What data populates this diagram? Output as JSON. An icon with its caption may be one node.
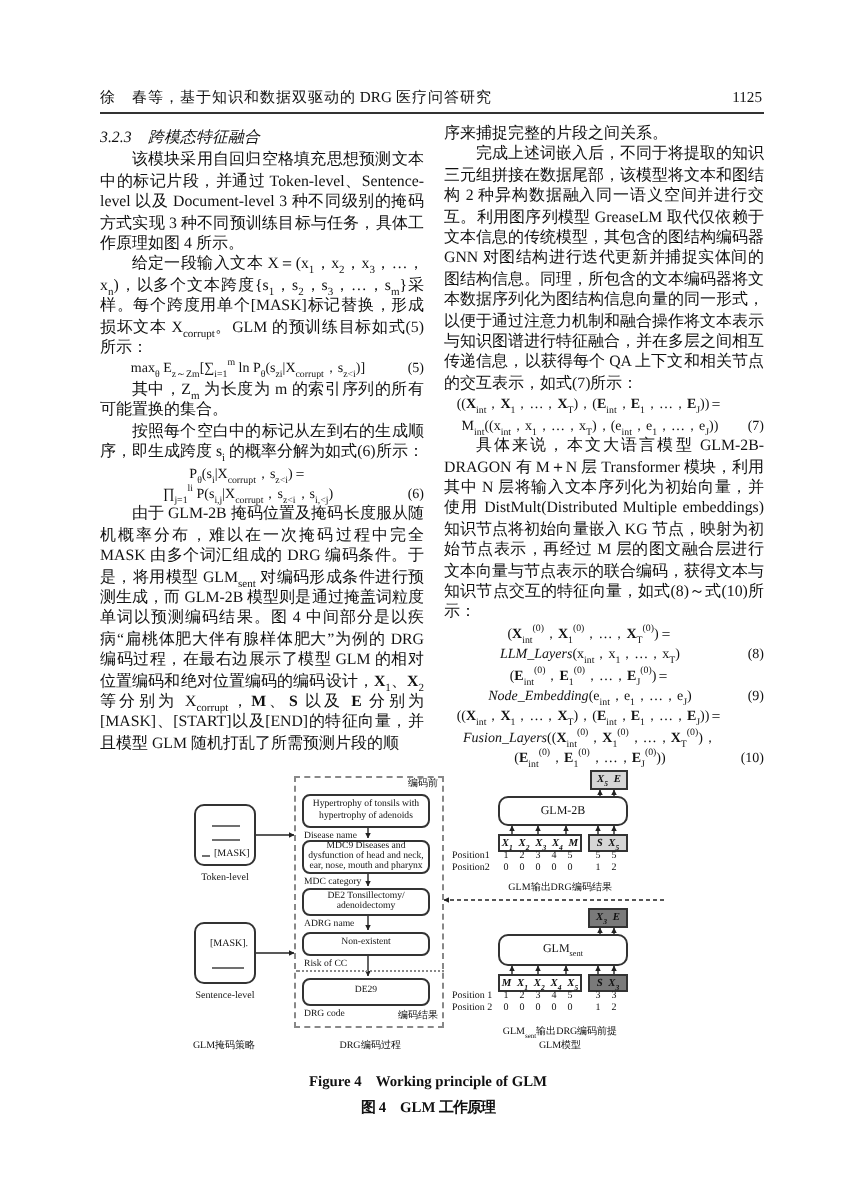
{
  "diagram": {
    "nodes": [
      {
        "text": [
          "[MASK]"
        ],
        "beside": [
          "Token-level"
        ]
      },
      {
        "text": [
          "[MASK]."
        ],
        "beside": [
          "Sentence-level"
        ]
      },
      {
        "text": [
          "编码前",
          "编码结果"
        ]
      },
      {
        "text": [
          "Hypertrophy of tonsils with hypertrophy of adenoids"
        ],
        "in": 2,
        "beside": [
          "Disease name"
        ]
      },
      {
        "text": [
          "MDC9 Diseases and dysfunction of head and neck, ear, nose, mouth and pharynx"
        ],
        "in": 2,
        "beside": [
          "MDC category"
        ]
      },
      {
        "text": [
          "DE2 Tonsillectomy/ adenoidectomy"
        ],
        "in": 2,
        "beside": [
          "ADRG name"
        ]
      },
      {
        "text": [
          "Non-existent"
        ],
        "in": 2,
        "beside": [
          "Risk of CC"
        ]
      },
      {
        "text": [
          "DE29"
        ],
        "in": 2,
        "beside": [
          "DRG code"
        ]
      },
      {
        "text": [
          "X$_{5}$ E"
        ]
      },
      {
        "text": [
          "GLM-2B"
        ]
      },
      {
        "text": [
          "X$_{1}$ X$_{2}$ X$_{3}$ X$_{4}$ M"
        ]
      },
      {
        "text": [
          "S X$_{5}$"
        ]
      },
      {
        "text": [
          "X$_{3}$ E"
        ]
      },
      {
        "text": [
          "GLM$_{sent}$"
        ]
      },
      {
        "text": [
          "M X$_{1}$ X$_{2}$ X$_{4}$ X$_{5}$"
        ]
      },
      {
        "text": [
          "S X$_{3}$"
        ]
      }
    ],
    "edges": [
      {
        "from": 0,
        "to": 2,
        "arrow": "to"
      },
      {
        "from": 1,
        "to": 2,
        "arrow": "to"
      },
      {
        "from": 3,
        "to": 4,
        "arrow": "to"
      },
      {
        "from": 4,
        "to": 5,
        "arrow": "to"
      },
      {
        "from": 5,
        "to": 6,
        "arrow": "to"
      },
      {
        "from": 6,
        "to": 7,
        "arrow": "to"
      },
      {
        "from": 9,
        "to": 8,
        "arrow": "to"
      },
      {
        "from": 9,
        "to": 8,
        "arrow": "to"
      },
      {
        "from": 10,
        "to": 9,
        "arrow": "to"
      },
      {
        "from": 10,
        "to": 9,
        "arrow": "to"
      },
      {
        "from": 10,
        "to": 9,
        "arrow": "to"
      },
      {
        "from": 11,
        "to": 9,
        "arrow": "to"
      },
      {
        "from": 11,
        "to": 9,
        "arrow": "to"
      },
      {
        "from": 13,
        "to": 12,
        "arrow": "to"
      },
      {
        "from": 13,
        "to": 12,
        "arrow": "to"
      },
      {
        "from": 14,
        "to": 13,
        "arrow": "to"
      },
      {
        "from": 14,
        "to": 13,
        "arrow": "to"
      },
      {
        "from": 14,
        "to": 13,
        "arrow": "to"
      },
      {
        "from": 15,
        "to": 13,
        "arrow": "to"
      },
      {
        "from": 15,
        "to": 13,
        "arrow": "to"
      },
      {
        "from": null,
        "to": 2,
        "arrow": "to",
        "style": "dashed"
      }
    ],
    "labels": [
      "徐　春等，基于知识和数据双驱动的 DRG 医疗问答研究",
      "1125",
      "3.2.3　跨模态特征融合",
      "该模块采用自回归空格填充思想预测文本中的标记片段，并通过 Token-level、Sentence-level 以及 Document-level 3 种不同级别的掩码方式实现 3 种不同预训练目标与任务，具体工作原理如图 4 所示。",
      "给定一段输入文本 X＝(x$_{1}$，x$_{2}$，x$_{3}$，…，x$_{n}$)，以多个文本跨度{s$_{1}$，s$_{2}$，s$_{3}$，…，s$_{m}$}采样。每个跨度用单个[MASK]标记替换，形成损坏文本 X$_{corrupt}$。GLM 的预训练目标如式(5)所示：",
      "max$_{θ}$ E$_{z～Zm}$[∑$_{i=1}$$^{m}$ ln P$_{θ}$(s$_{zi}$|X$_{corrupt}$，s$_{z<i}$)]",
      "(5)",
      "其中，Z$_{m}$ 为长度为 m 的索引序列的所有可能置换的集合。",
      "按照每个空白中的标记从左到右的生成顺序，即生成跨度 s$_{i}$ 的概率分解为如式(6)所示：",
      "P$_{θ}$(s$_{i}$|X$_{corrupt}$，s$_{z<i}$)＝",
      "∏$_{j=1}$$^{li}$ P(s$_{i,j}$|X$_{corrupt}$，s$_{z<i}$，s$_{i,<j}$)",
      "(6)",
      "由于 GLM-2B 掩码位置及掩码长度服从随机概率分布，难以在一次掩码过程中完全 MASK 由多个词汇组成的 DRG 编码条件。于是，将用模型 GLM$_{sent}$ 对编码形成条件进行预测生成，而 GLM-2B 模型则是通过掩盖词粒度单词以预测编码结果。图 4 中间部分是以疾病“扁桃体肥大伴有腺样体肥大”为例的 DRG 编码过程，在最右边展示了模型 GLM 的相对位置编码和绝对位置编码的编码设计，**X**$_{1}$、**X**$_{2}$ 等分别为 X$_{corrupt}$，**M**、**S** 以及 **E** 分别为[MASK]、[START]以及[END]的特征向量，并且模型 GLM 随机打乱了所需预测片段的顺",
      "序来捕捉完整的片段之间关系。",
      "完成上述词嵌入后，不同于将提取的知识三元组拼接在数据尾部，该模型将文本和图结构 2 种异构数据融入同一语义空间并进行交互。利用图序列模型 GreaseLM 取代仅依赖于文本信息的传统模型，其包含的图结构编码器 GNN 对图结构进行迭代更新并捕捉实体间的图结构信息。同理，所包含的文本编码器将文本数据序列化为图结构信息向量的同一形式，以便于通过注意力机制和融合操作将文本表示与知识图谱进行特征融合，并在多层之间相互传递信息，以获得每个 QA 上下文和相关节点的交互表示，如式(7)所示：",
      "((**X**$_{int}$，**X**$_{1}$，…，**X**$_{T}$)，(**E**$_{int}$，**E**$_{1}$，…，**E**$_{J}$))＝",
      "M$_{int}$((x$_{int}$，x$_{1}$，…，x$_{T}$)，(e$_{int}$，e$_{1}$，…，e$_{J}$))",
      "(7)",
      "具体来说，本文大语言模型 GLM-2B-DRAGON 有 M＋N 层 Transformer 模块，利用其中 N 层将输入文本序列化为初始向量，并使用 DistMult(Distributed Multiple embeddings)知识节点将初始向量嵌入 KG 节点，映射为初始节点表示，再经过 M 层的图文融合层进行文本向量与节点表示的联合编码，获得文本与知识节点交互的特征向量，如式(8)～式(10)所示：",
      "(**X**$_{int}$$^{(0)}$，**X**$_{1}$$^{(0)}$，…，**X**$_{T}$$^{(0)}$)＝",
      "*LLM_Layers*(x$_{int}$，x$_{1}$，…，x$_{T}$)",
      "(8)",
      "(**E**$_{int}$$^{(0)}$，**E**$_{1}$$^{(0)}$，…，**E**$_{J}$$^{(0)}$)＝",
      "*Node_Embedding*(e$_{int}$，e$_{1}$，…，e$_{J}$)",
      "(9)",
      "((**X**$_{int}$，**X**$_{1}$，…，**X**$_{T}$)，(**E**$_{int}$，**E**$_{1}$，…，**E**$_{J}$))＝",
      "*Fusion_Layers*((**X**$_{int}$$^{(0)}$，**X**$_{1}$$^{(0)}$，…，**X**$_{T}$$^{(0)}$)，",
      "(**E**$_{int}$$^{(0)}$，**E**$_{1}$$^{(0)}$，…，**E**$_{J}$$^{(0)}$))",
      "(10)",
      "GLM掩码策略",
      "DRG编码过程",
      "Position1",
      "1",
      "2",
      "3",
      "4",
      "5",
      "5",
      "5",
      "Position2",
      "0",
      "0",
      "0",
      "0",
      "0",
      "1",
      "2",
      "GLM输出DRG编码结果",
      "Position 1",
      "1",
      "2",
      "3",
      "4",
      "5",
      "3",
      "3",
      "Position 2",
      "0",
      "0",
      "0",
      "0",
      "0",
      "1",
      "2",
      "GLM$_{sent}$输出DRG编码前提",
      "GLM模型",
      "Figure 4　Working principle of GLM",
      "图 4　GLM 工作原理"
    ]
  }
}
